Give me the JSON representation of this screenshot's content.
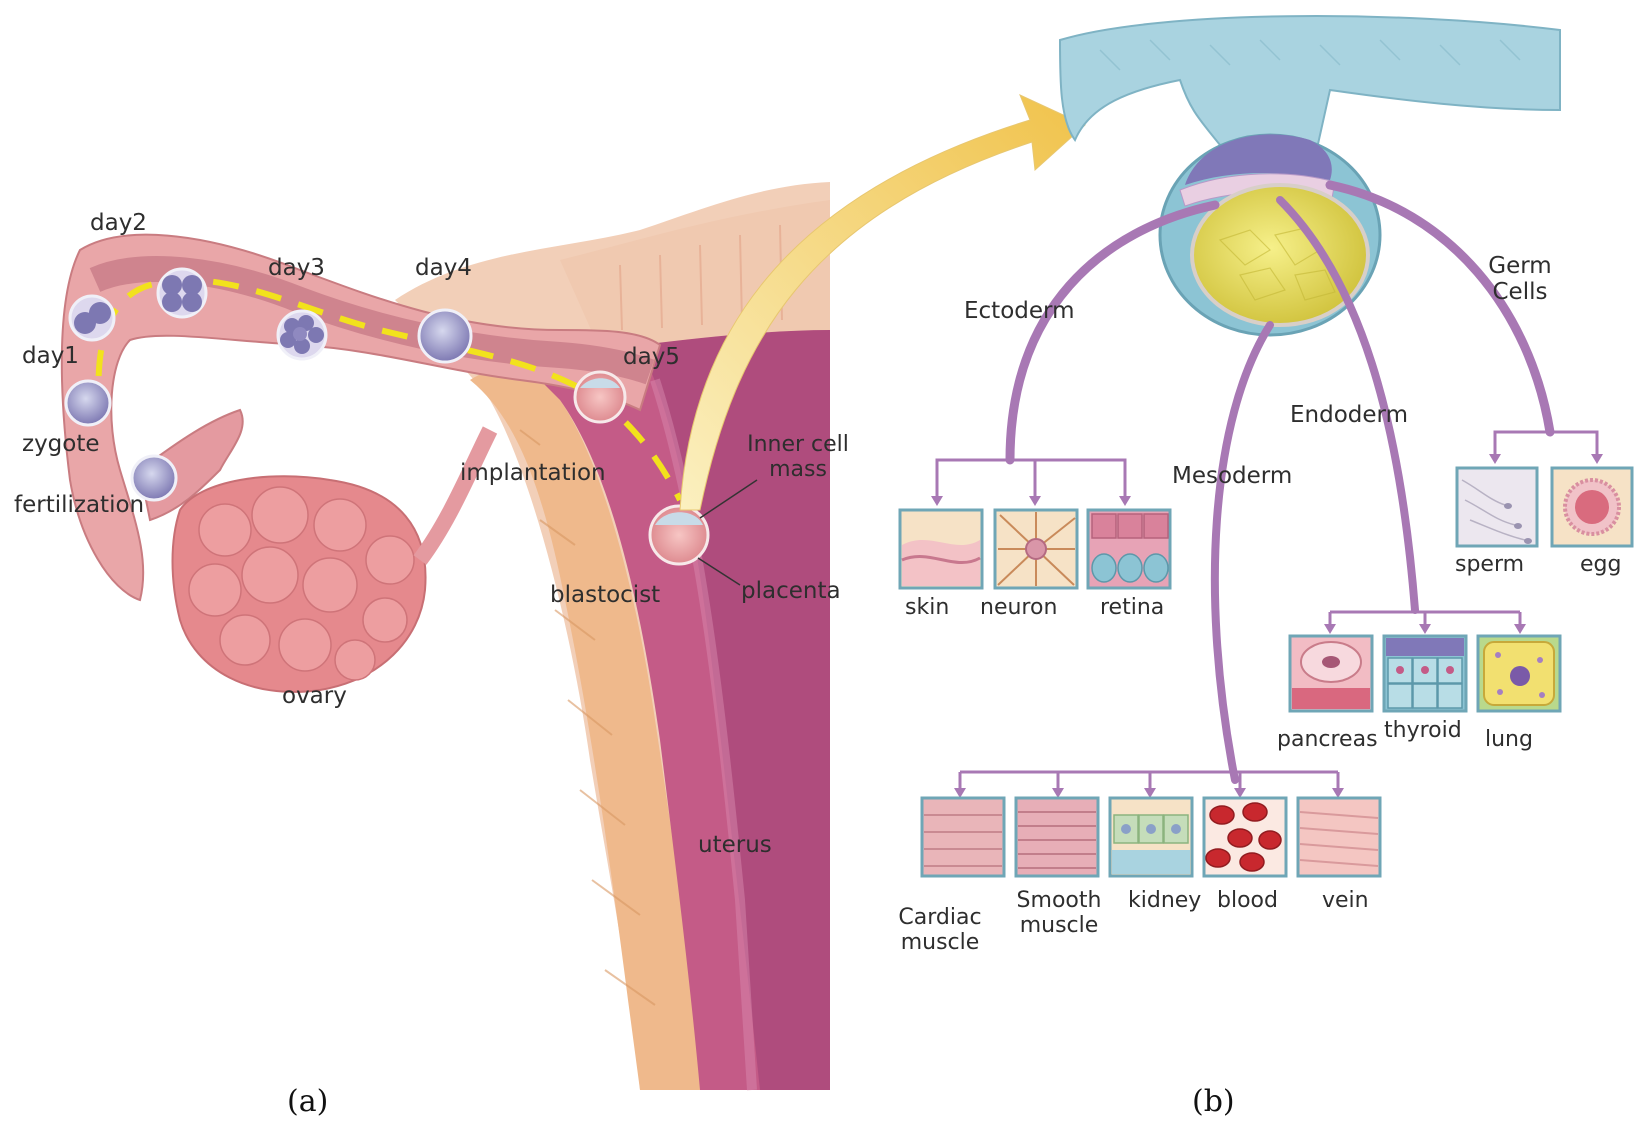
{
  "panel_a": {
    "caption": "(a)",
    "labels": {
      "day2": "day2",
      "day3": "day3",
      "day4": "day4",
      "day1": "day1",
      "day5": "day5",
      "zygote": "zygote",
      "fertilization": "fertilization",
      "implantation": "implantation",
      "inner_cell_mass_1": "Inner cell",
      "inner_cell_mass_2": "mass",
      "blastocist": "blastocist",
      "placenta": "placenta",
      "ovary": "ovary",
      "uterus": "uterus"
    }
  },
  "panel_b": {
    "caption": "(b)",
    "germ_layers": {
      "ectoderm": "Ectoderm",
      "germ_cells_1": "Germ",
      "germ_cells_2": "Cells",
      "endoderm": "Endoderm",
      "mesoderm": "Mesoderm"
    },
    "tissues": {
      "skin": "skin",
      "neuron": "neuron",
      "retina": "retina",
      "sperm": "sperm",
      "egg": "egg",
      "pancreas": "pancreas",
      "thyroid": "thyroid",
      "lung": "lung",
      "cardiac_1": "Cardiac",
      "cardiac_2": "muscle",
      "smooth_1": "Smooth",
      "smooth_2": "muscle",
      "kidney": "kidney",
      "blood": "blood",
      "vein": "vein"
    }
  },
  "colors": {
    "tissue_pink": "#e9a6a8",
    "uterus_muscle": "#efc197",
    "uterus_lining": "#b9487a",
    "path_yellow": "#f2e21c",
    "lineage_purple": "#a878b4",
    "yolk_yellow": "#e4dc50",
    "ectoderm_blue": "#9fcfdc"
  }
}
